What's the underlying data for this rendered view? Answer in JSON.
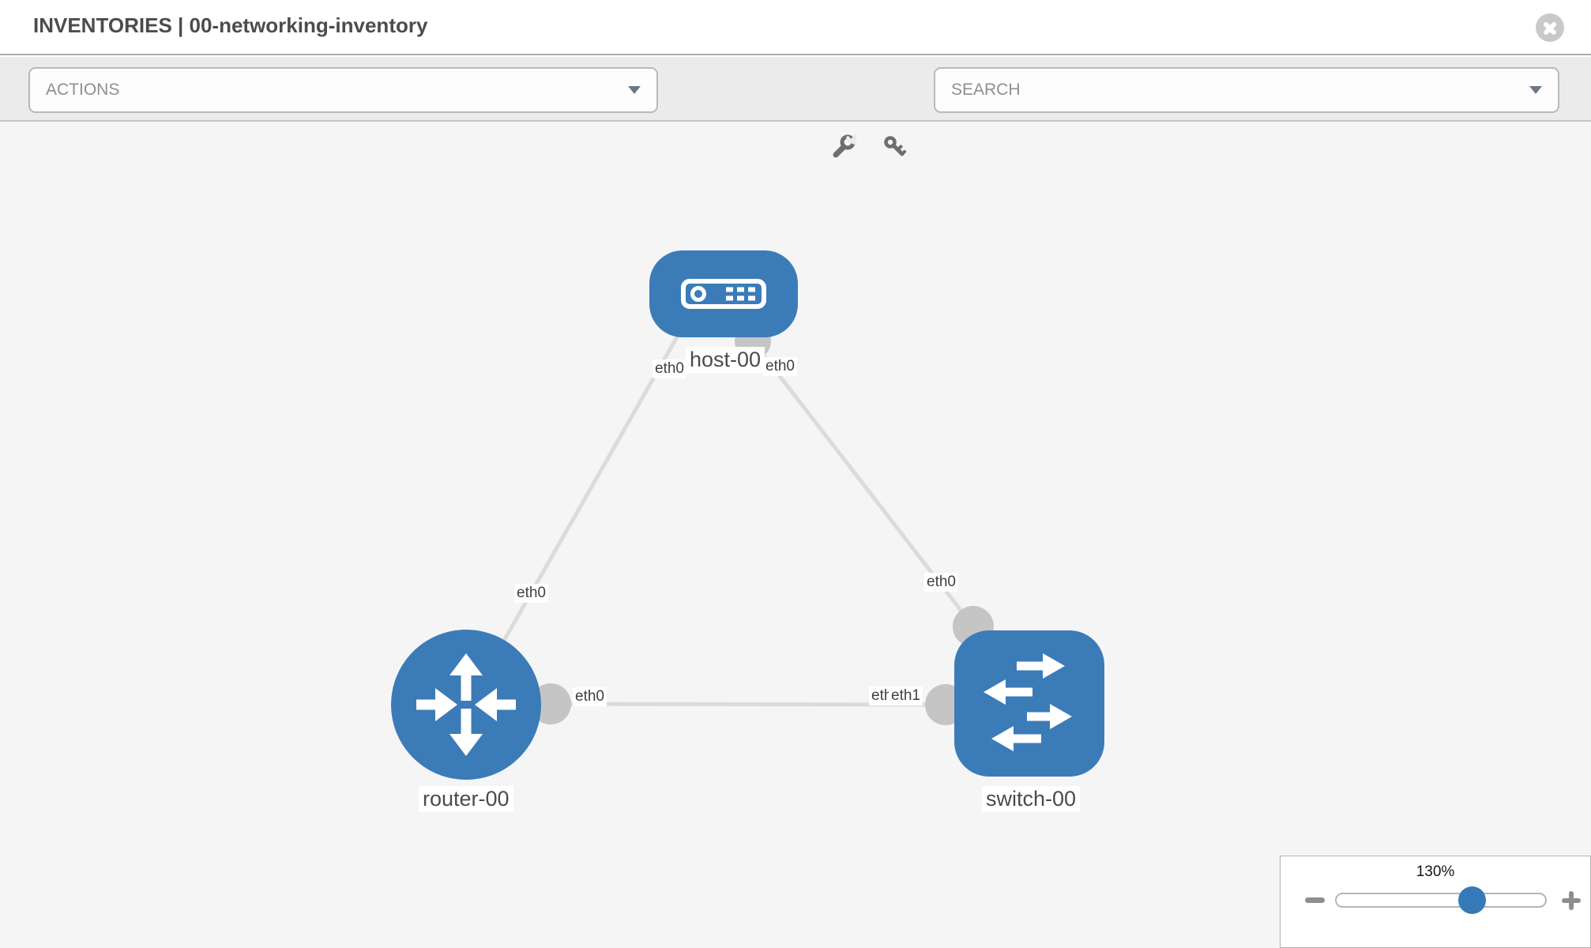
{
  "header": {
    "title": "INVENTORIES | 00-networking-inventory"
  },
  "toolbar": {
    "actions_label": "ACTIONS",
    "search_label": "SEARCH"
  },
  "canvas": {
    "nodes": [
      {
        "id": "host-00",
        "type": "host",
        "label": "host-00"
      },
      {
        "id": "router-00",
        "type": "router",
        "label": "router-00"
      },
      {
        "id": "switch-00",
        "type": "switch",
        "label": "switch-00"
      }
    ],
    "links": [
      {
        "from": "host-00",
        "to": "router-00",
        "from_interface": "eth0",
        "to_interface": "eth0"
      },
      {
        "from": "host-00",
        "to": "switch-00",
        "from_interface": "eth0",
        "to_interface": "eth0"
      },
      {
        "from": "router-00",
        "to": "switch-00",
        "from_interface": "eth0",
        "to_interface": "eth1"
      }
    ],
    "interface_labels": {
      "host_left": "eth0",
      "host_right": "eth0",
      "host_router_mid": "eth0",
      "router_right": "eth0",
      "host_switch_mid": "eth0",
      "router_switch_under": "eth1",
      "router_switch_top": "eth1"
    }
  },
  "zoom_control": {
    "level": "130%",
    "value_pct": 130
  },
  "icons": {
    "close": "x-circle",
    "dropdown": "chevron-down",
    "tools": [
      "wrench",
      "key"
    ],
    "zoom_out": "minus",
    "zoom_in": "plus"
  },
  "colors": {
    "node_blue": "#3b7cb8",
    "link_gray": "#dbdbdb",
    "port_gray": "#c5c5c5",
    "accent_thumb": "#3579b8"
  }
}
